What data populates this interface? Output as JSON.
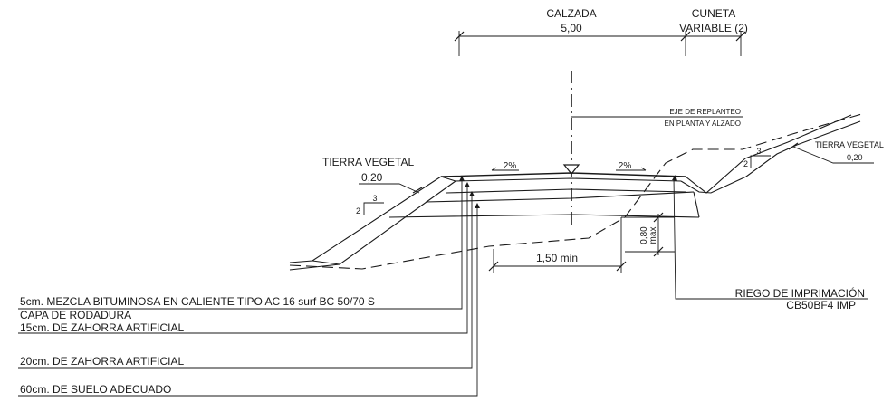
{
  "header": {
    "calzada_label": "CALZADA",
    "calzada_width": "5,00",
    "cuneta_label": "CUNETA",
    "cuneta_width": "VARIABLE (2)"
  },
  "axis": {
    "label_line1": "EJE DE REPLANTEO",
    "label_line2": "EN PLANTA Y ALZADO"
  },
  "left": {
    "tierra_vegetal": "TIERRA VEGETAL",
    "tierra_thickness": "0,20",
    "slope_run": "3",
    "slope_rise": "2",
    "crossfall": "2%"
  },
  "right": {
    "tierra_vegetal": "TIERRA VEGETAL",
    "tierra_thickness": "0,20",
    "slope_run": "3",
    "slope_rise": "2",
    "crossfall": "2%"
  },
  "dimensions": {
    "min_width": "1,50 min",
    "max_depth": "0,80",
    "max_depth_unit": "max"
  },
  "riego": {
    "line1": "RIEGO DE IMPRIMACIÓN",
    "line2": "CB50BF4 IMP"
  },
  "layers": [
    "5cm. MEZCLA BITUMINOSA EN CALIENTE TIPO AC 16 surf BC 50/70 S",
    "CAPA DE RODADURA",
    "15cm. DE ZAHORRA ARTIFICIAL",
    "20cm. DE ZAHORRA ARTIFICIAL",
    "60cm. DE SUELO ADECUADO"
  ]
}
